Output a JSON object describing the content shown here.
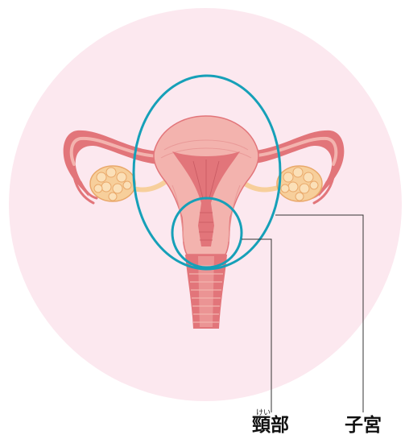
{
  "labels": {
    "cervix": {
      "text": "頸部",
      "reading": "けい"
    },
    "uterus": {
      "text": "子宮"
    }
  },
  "colors": {
    "background_circle": "#fce8ef",
    "highlight_ring": "#16a0b8",
    "tissue_dark": "#e2757a",
    "tissue_light": "#f3b3ae",
    "ovary": "#f7cf9b",
    "leader_line": "#333333"
  }
}
